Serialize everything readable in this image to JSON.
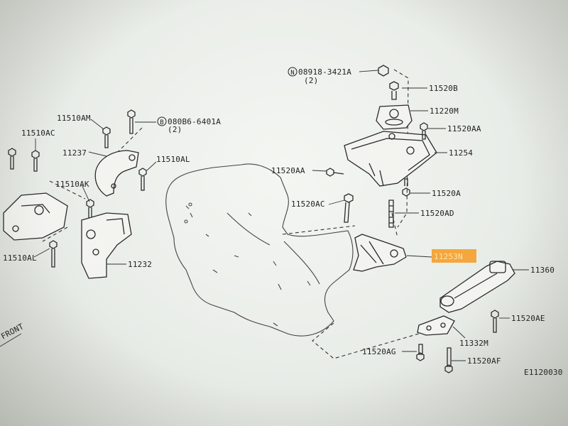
{
  "labels": {
    "n1_code": "N",
    "n1_text": "08918-3421A",
    "n1_qty": "(2)",
    "b1_code": "B",
    "b1_text": "080B6-6401A",
    "b1_qty": "(2)",
    "p11520B": "11520B",
    "p11220M": "11220M",
    "p11520AA_r": "11520AA",
    "p11254": "11254",
    "p11520AA_l": "11520AA",
    "p11520A": "11520A",
    "p11520AC": "11520AC",
    "p11520AD": "11520AD",
    "p11253N": "11253N",
    "p11360": "11360",
    "p11520AE": "11520AE",
    "p11332M": "11332M",
    "p11520AG": "11520AG",
    "p11520AF": "11520AF",
    "p11510AM": "11510AM",
    "p11510AC": "11510AC",
    "p11237": "11237",
    "p11510AL": "11510AL",
    "p11510AK": "11510AK",
    "p11510AL_b": "11510AL",
    "p11232": "11232",
    "front": "FRONT",
    "ref": "E1120030"
  },
  "colors": {
    "highlight": "#f5a63d",
    "line": "#2a2a2a",
    "screen": "#eef1ec"
  }
}
